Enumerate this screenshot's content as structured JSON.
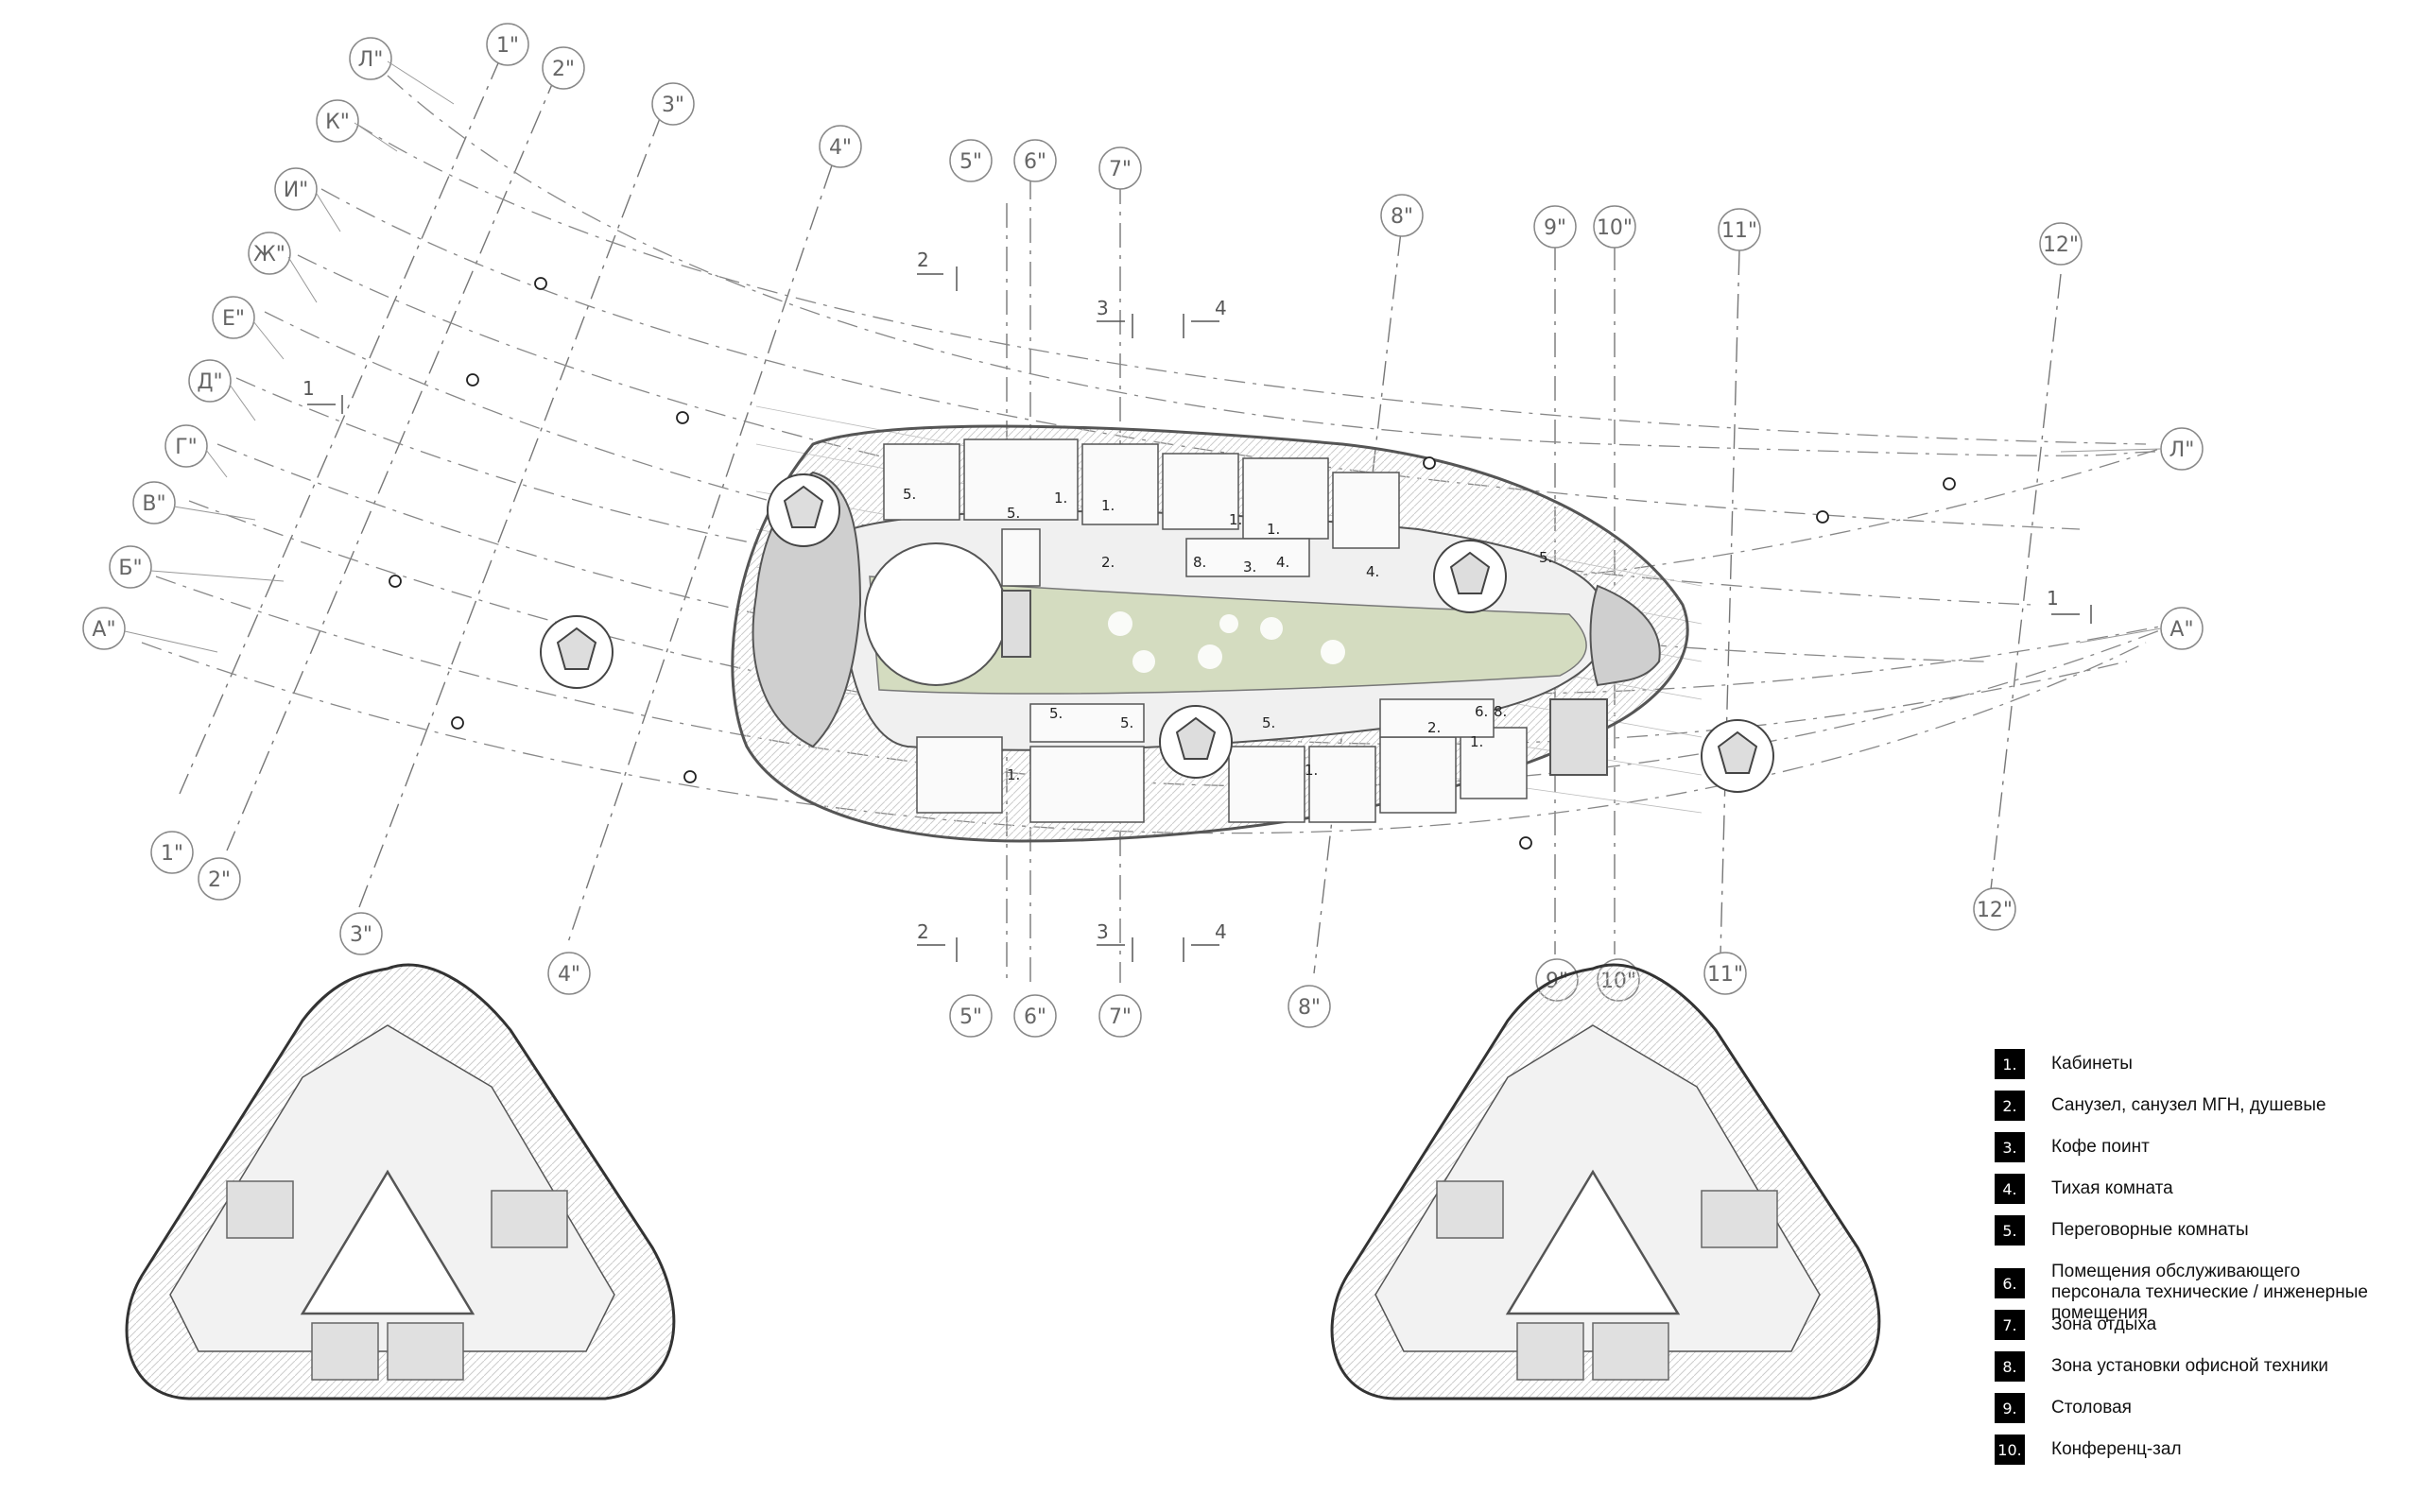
{
  "axis_labels": {
    "grid_numbers": [
      "1\"",
      "2\"",
      "3\"",
      "4\"",
      "5\"",
      "6\"",
      "7\"",
      "8\"",
      "9\"",
      "10\"",
      "11\"",
      "12\""
    ],
    "grid_letters": [
      "Л\"",
      "К\"",
      "И\"",
      "Ж\"",
      "Е\"",
      "Д\"",
      "Г\"",
      "В\"",
      "Б\"",
      "А\""
    ]
  },
  "section_marks": [
    "1",
    "2",
    "3",
    "4"
  ],
  "room_numbers": [
    "1.",
    "2.",
    "3.",
    "4.",
    "5.",
    "6.",
    "8."
  ],
  "legend": [
    {
      "num": "1.",
      "label": "Кабинеты"
    },
    {
      "num": "2.",
      "label": "Санузел, санузел МГН, душевые"
    },
    {
      "num": "3.",
      "label": "Кофе поинт"
    },
    {
      "num": "4.",
      "label": "Тихая комната"
    },
    {
      "num": "5.",
      "label": "Переговорные комнаты"
    },
    {
      "num": "6.",
      "label": "Помещения обслуживающего персонала технические / инженерные помещения"
    },
    {
      "num": "7.",
      "label": "Зона отдыха"
    },
    {
      "num": "8.",
      "label": "Зона установки офисной техники"
    },
    {
      "num": "9.",
      "label": "Столовая"
    },
    {
      "num": "10.",
      "label": "Конференц-зал"
    }
  ],
  "colors": {
    "line": "#777777",
    "wall": "#555555",
    "garden": "#d4dcc0",
    "floor": "#f0f0f0",
    "core": "#cfcfcf"
  }
}
